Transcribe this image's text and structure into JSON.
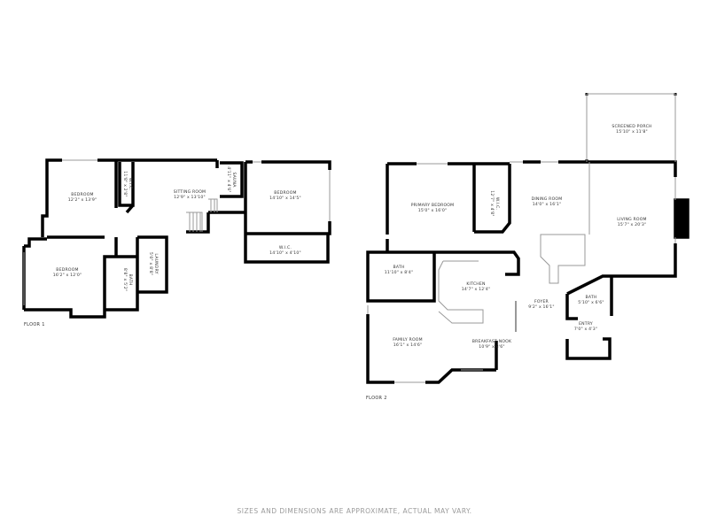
{
  "floors": [
    {
      "label": "FLOOR 1",
      "rooms": [
        {
          "name": "BEDROOM",
          "dims": "12'2\" x 13'9\""
        },
        {
          "name": "SITTING ROOM",
          "dims": "12'9\" x 13'10\""
        },
        {
          "name": "SAUNA",
          "dims": "4'11\" x 4'6\""
        },
        {
          "name": "BEDROOM",
          "dims": "14'10\" x 14'5\""
        },
        {
          "name": "W.I.C.",
          "dims": "14'10\" x 4'10\""
        },
        {
          "name": "W.I.C.",
          "dims": "11'8\" x 2'8\""
        },
        {
          "name": "BEDROOM",
          "dims": "16'2\" x 12'0\""
        },
        {
          "name": "BATH",
          "dims": "8'8\" x 5'2\""
        },
        {
          "name": "LAUNDRY",
          "dims": "5'0\" x 8'8\""
        }
      ]
    },
    {
      "label": "FLOOR 2",
      "rooms": [
        {
          "name": "PRIMARY BEDROOM",
          "dims": "15'0\" x 16'0\""
        },
        {
          "name": "W.I.C.",
          "dims": "12'7\" x 4'8\""
        },
        {
          "name": "DINING ROOM",
          "dims": "14'0\" x 16'1\""
        },
        {
          "name": "SCREENED PORCH",
          "dims": "15'10\" x 11'8\""
        },
        {
          "name": "LIVING ROOM",
          "dims": "15'7\" x 20'3\""
        },
        {
          "name": "BATH",
          "dims": "11'10\" x 8'4\""
        },
        {
          "name": "KITCHEN",
          "dims": "14'7\" x 12'4\""
        },
        {
          "name": "FOYER",
          "dims": "9'2\" x 16'1\""
        },
        {
          "name": "BATH",
          "dims": "5'10\" x 6'6\""
        },
        {
          "name": "ENTRY",
          "dims": "7'0\" x 4'3\""
        },
        {
          "name": "FAMILY ROOM",
          "dims": "16'1\" x 14'6\""
        },
        {
          "name": "BREAKFAST NOOK",
          "dims": "10'9\" x 8'6\""
        }
      ]
    }
  ],
  "disclaimer": "SIZES AND DIMENSIONS ARE APPROXIMATE, ACTUAL MAY VARY."
}
